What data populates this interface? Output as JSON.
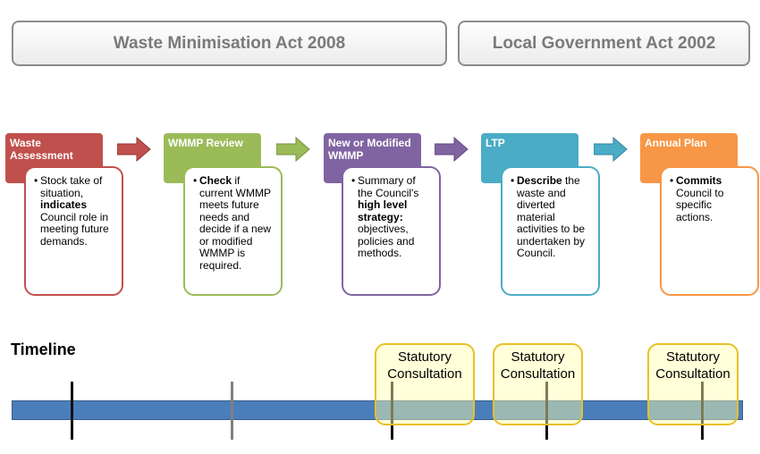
{
  "acts": [
    {
      "label": "Waste Minimisation Act 2008"
    },
    {
      "label": "Local Government Act 2002"
    }
  ],
  "stages": [
    {
      "title": "Waste Assessment",
      "color": "#c0504d",
      "html": "Stock take of situation, <b>indicates</b> Council role in meeting future demands."
    },
    {
      "title": "WMMP Review",
      "color": "#9bbb59",
      "html": "<b>Check</b> if current WMMP meets future needs and decide if a new or modified WMMP is required."
    },
    {
      "title": "New or Modified WMMP",
      "color": "#8064a2",
      "html": "Summary of the Council's <b>high level strategy:</b> objectives, policies and methods."
    },
    {
      "title": "LTP",
      "color": "#4bacc6",
      "html": "<b>Describe</b> the waste and diverted material activities to be undertaken by Council."
    },
    {
      "title": "Annual Plan",
      "color": "#f79646",
      "html": "<b>Commits</b> Council to specific actions."
    }
  ],
  "bullet_char": "•",
  "timeline": {
    "title": "Timeline",
    "consultations": [
      {
        "line1": "Statutory",
        "line2": "Consultation"
      },
      {
        "line1": "Statutory",
        "line2": "Consultation"
      },
      {
        "line1": "Statutory",
        "line2": "Consultation"
      }
    ]
  }
}
